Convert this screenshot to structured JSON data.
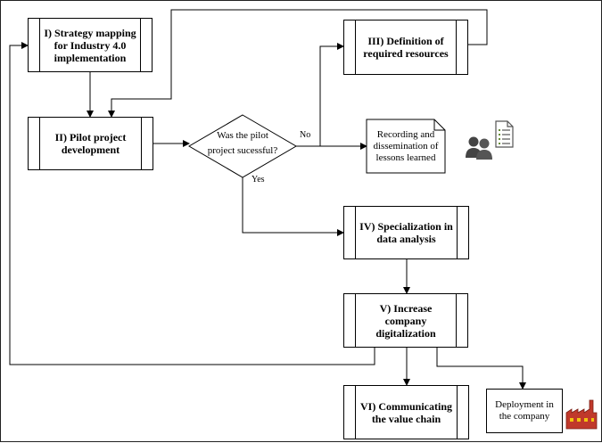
{
  "nodes": {
    "step1": "I) Strategy mapping\nfor Industry 4.0\nimplementation",
    "step2": "II) Pilot project\ndevelopment",
    "step3": "III) Definition of\nrequired resources",
    "step4": "IV) Specialization in\ndata analysis",
    "step5": "V) Increase\ncompany\ndigitalization",
    "step6": "VI) Communicating\nthe value chain",
    "decision": "Was the pilot\nproject sucessful?",
    "lessons": "Recording and\ndissemination of\nlessons learned",
    "deployment": "Deployment in\nthe company"
  },
  "edge_labels": {
    "no": "No",
    "yes": "Yes"
  },
  "icons": {
    "team": "people-icon",
    "document": "document-list-icon",
    "factory": "factory-icon",
    "team_color": "#444444",
    "factory_color": "#c0392b"
  }
}
